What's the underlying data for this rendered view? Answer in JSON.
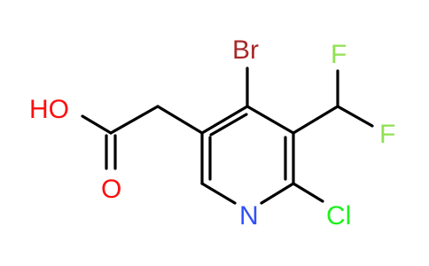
{
  "colors": {
    "background": "#ffffff",
    "bond": "#000000",
    "oxygen": "#ff0d0d",
    "nitrogen": "#3050f8",
    "bromine": "#a62929",
    "fluorine": "#90e050",
    "chlorine": "#1ff01f"
  },
  "atoms": {
    "oh": "HO",
    "o_carbonyl": "O",
    "br": "Br",
    "f_top": "F",
    "f_right": "F",
    "n": "N",
    "cl": "Cl"
  }
}
